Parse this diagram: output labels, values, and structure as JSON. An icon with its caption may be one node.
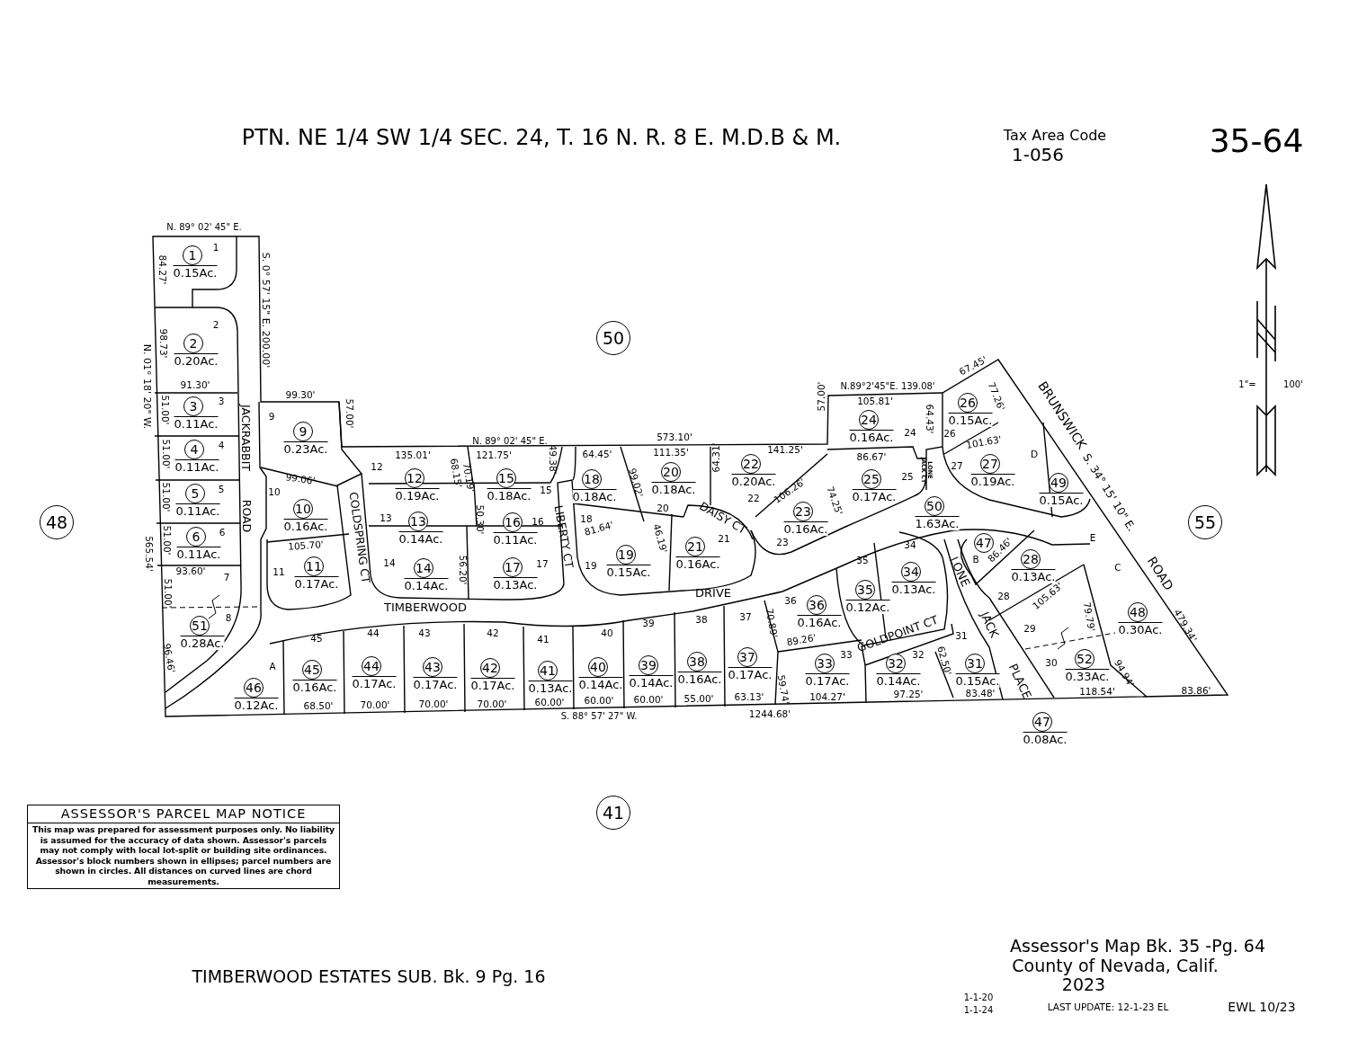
{
  "diagram": {
    "nodes": [
      {
        "text": [
          "1"
        ],
        "beside": [
          "0.15Ac."
        ]
      },
      {
        "text": [
          "2"
        ],
        "beside": [
          "0.20Ac."
        ]
      },
      {
        "text": [
          "3"
        ],
        "beside": [
          "0.11Ac."
        ]
      },
      {
        "text": [
          "4"
        ],
        "beside": [
          "0.11Ac."
        ]
      },
      {
        "text": [
          "5"
        ],
        "beside": [
          "0.11Ac."
        ]
      },
      {
        "text": [
          "6"
        ],
        "beside": [
          "0.11Ac."
        ]
      },
      {
        "text": [
          "50"
        ]
      },
      {
        "text": [
          "24"
        ],
        "beside": [
          "0.16Ac."
        ]
      },
      {
        "text": [
          "26"
        ],
        "beside": [
          "0.15Ac."
        ]
      },
      {
        "text": [
          "9"
        ],
        "beside": [
          "0.23Ac."
        ]
      },
      {
        "text": [
          "12"
        ],
        "beside": [
          "0.19Ac."
        ]
      },
      {
        "text": [
          "15"
        ],
        "beside": [
          "0.18Ac."
        ]
      },
      {
        "text": [
          "18"
        ],
        "beside": [
          "0.18Ac."
        ]
      },
      {
        "text": [
          "20"
        ],
        "beside": [
          "0.18Ac."
        ]
      },
      {
        "text": [
          "22"
        ],
        "beside": [
          "0.20Ac."
        ]
      },
      {
        "text": [
          "25"
        ],
        "beside": [
          "0.17Ac."
        ]
      },
      {
        "text": [
          "27"
        ],
        "beside": [
          "0.19Ac."
        ]
      },
      {
        "text": [
          "49"
        ],
        "beside": [
          "0.15Ac."
        ]
      },
      {
        "text": [
          "10"
        ],
        "beside": [
          "0.16Ac."
        ]
      },
      {
        "text": [
          "13"
        ],
        "beside": [
          "0.14Ac."
        ]
      },
      {
        "text": [
          "16"
        ],
        "beside": [
          "0.11Ac."
        ]
      },
      {
        "text": [
          "23"
        ],
        "beside": [
          "0.16Ac."
        ]
      },
      {
        "text": [
          "50"
        ],
        "beside": [
          "1.63Ac."
        ]
      },
      {
        "text": [
          "48"
        ]
      },
      {
        "text": [
          "55"
        ]
      },
      {
        "text": [
          "47"
        ]
      },
      {
        "text": [
          "19"
        ],
        "beside": [
          "0.15Ac."
        ]
      },
      {
        "text": [
          "21"
        ],
        "beside": [
          "0.16Ac."
        ]
      },
      {
        "text": [
          "28"
        ],
        "beside": [
          "0.13Ac."
        ]
      },
      {
        "text": [
          "11"
        ],
        "beside": [
          "0.17Ac."
        ]
      },
      {
        "text": [
          "14"
        ],
        "beside": [
          "0.14Ac."
        ]
      },
      {
        "text": [
          "17"
        ],
        "beside": [
          "0.13Ac."
        ]
      },
      {
        "text": [
          "34"
        ],
        "beside": [
          "0.13Ac."
        ]
      },
      {
        "text": [
          "35"
        ],
        "beside": [
          "0.12Ac."
        ]
      },
      {
        "text": [
          "36"
        ],
        "beside": [
          "0.16Ac."
        ]
      },
      {
        "text": [
          "48"
        ],
        "beside": [
          "0.30Ac."
        ]
      },
      {
        "text": [
          "51"
        ],
        "beside": [
          "0.28Ac."
        ]
      },
      {
        "text": [
          "52"
        ],
        "beside": [
          "0.33Ac."
        ]
      },
      {
        "text": [
          "45"
        ],
        "beside": [
          "0.16Ac."
        ]
      },
      {
        "text": [
          "44"
        ],
        "beside": [
          "0.17Ac."
        ]
      },
      {
        "text": [
          "43"
        ],
        "beside": [
          "0.17Ac."
        ]
      },
      {
        "text": [
          "42"
        ],
        "beside": [
          "0.17Ac."
        ]
      },
      {
        "text": [
          "41"
        ],
        "beside": [
          "0.13Ac."
        ]
      },
      {
        "text": [
          "40"
        ],
        "beside": [
          "0.14Ac."
        ]
      },
      {
        "text": [
          "39"
        ],
        "beside": [
          "0.14Ac."
        ]
      },
      {
        "text": [
          "38"
        ],
        "beside": [
          "0.16Ac."
        ]
      },
      {
        "text": [
          "37"
        ],
        "beside": [
          "0.17Ac."
        ]
      },
      {
        "text": [
          "33"
        ],
        "beside": [
          "0.17Ac."
        ]
      },
      {
        "text": [
          "32"
        ],
        "beside": [
          "0.14Ac."
        ]
      },
      {
        "text": [
          "31"
        ],
        "beside": [
          "0.15Ac."
        ]
      },
      {
        "text": [
          "46"
        ],
        "beside": [
          "0.12Ac."
        ]
      },
      {
        "text": [
          "47"
        ],
        "beside": [
          "0.08Ac."
        ]
      },
      {
        "text": [
          "41"
        ]
      },
      {
        "text": [
          "ASSESSOR'S PARCEL MAP NOTICE",
          "This map was prepared for assessment purposes only. No liability is assumed for the accuracy of data shown. Assessor's parcels may not comply with local lot-split or building site ordinances. Assessor's block numbers shown in ellipses; parcel numbers are shown in circles. All distances on curved lines are chord measurements."
        ]
      }
    ],
    "edges": [],
    "labels": [
      "PTN. NE 1/4 SW 1/4 SEC. 24, T. 16 N. R. 8 E. M.D.B & M.",
      "Tax Area Code",
      "1-056",
      "35-64",
      "1\"=",
      "100'",
      "N. 89° 02' 45\" E.",
      "S. 0° 57' 15\" E. 200.00'",
      "84.27'",
      "1",
      "2",
      "98.73'",
      "N. 01° 18' 20\" W.",
      "91.30'",
      "3",
      "51.00'",
      "4",
      "51.00'",
      "5",
      "51.00'",
      "565.54'",
      "51.00'",
      "6",
      "93.60'",
      "7",
      "51.00'",
      "8",
      "96.46'",
      "JACKRABBIT",
      "ROAD",
      "99.30'",
      "9",
      "57.00'",
      "99.06'",
      "10",
      "105.70'",
      "11",
      "COLDSPRING CT",
      "N. 89° 02' 45\" E.",
      "573.10'",
      "135.01'",
      "12",
      "68.15'",
      "70.19'",
      "121.75'",
      "49.38'",
      "15",
      "13",
      "50.30'",
      "16",
      "14",
      "56.20'",
      "17",
      "LIBERTY CT",
      "64.45'",
      "18",
      "81.64'",
      "111.35'",
      "99.02'",
      "20",
      "64.31'",
      "141.25'",
      "22",
      "106.26'",
      "DAISY CT",
      "19",
      "46.19'",
      "21",
      "23",
      "TIMBERWOOD",
      "DRIVE",
      "N.89°2'45\"E. 139.08'",
      "57.00'",
      "67.45'",
      "105.81'",
      "64.43'",
      "77.26'",
      "24",
      "26",
      "BRUNSWICK",
      "86.67'",
      "LONE JACK CT",
      "101.63'",
      "27",
      "25",
      "74.25'",
      "D",
      "S. 34° 15' 10\" E.",
      "ROAD",
      "E",
      "C",
      "B",
      "86.46'",
      "35",
      "34",
      "LONE",
      "JACK",
      "PLACE",
      "28",
      "105.63'",
      "79.79'",
      "479.34'",
      "36",
      "70.89'",
      "37",
      "89.26'",
      "GOLDPOINT CT",
      "31",
      "29",
      "33",
      "32",
      "62.50'",
      "30",
      "94.94'",
      "59.74'",
      "A",
      "45",
      "44",
      "43",
      "42",
      "41",
      "40",
      "39",
      "38",
      "68.50'",
      "70.00'",
      "70.00'",
      "70.00'",
      "60.00'",
      "60.00'",
      "60.00'",
      "55.00'",
      "63.13'",
      "104.27'",
      "97.25'",
      "83.48'",
      "118.54'",
      "83.86'",
      "S. 88° 57' 27\" W.",
      "1244.68'",
      "TIMBERWOOD ESTATES SUB. Bk. 9 Pg. 16",
      "Assessor's Map Bk. 35 -Pg. 64",
      "County of Nevada, Calif.",
      "2023",
      "1-1-20",
      "1-1-24",
      "LAST UPDATE: 12-1-23 EL",
      "EWL 10/23"
    ]
  }
}
